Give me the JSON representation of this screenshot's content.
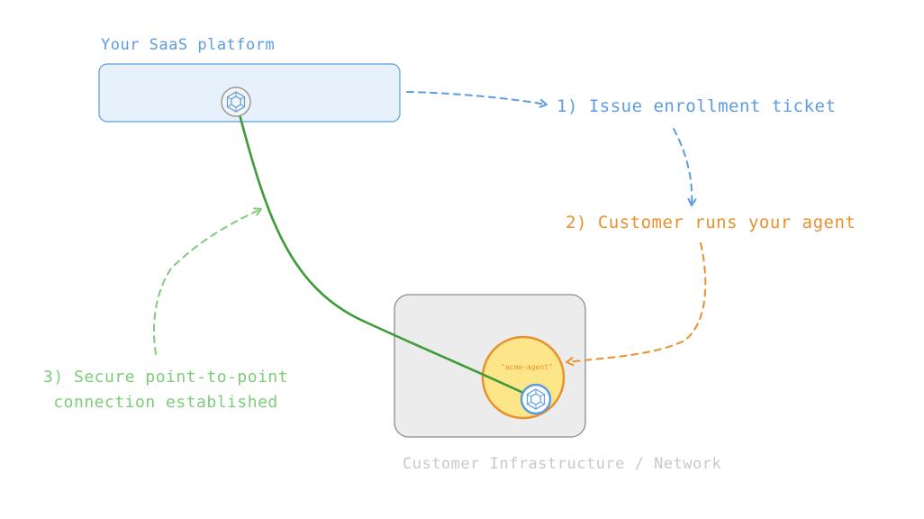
{
  "platform": {
    "title": "Your SaaS platform"
  },
  "steps": [
    {
      "label": "1) Issue enrollment ticket"
    },
    {
      "label": "2) Customer runs your agent"
    },
    {
      "lines": [
        "3) Secure point-to-point",
        "connection established"
      ]
    }
  ],
  "customer": {
    "caption": "Customer Infrastructure / Network",
    "agent_name": "\"acme-agent\""
  },
  "colors": {
    "blue": "#5b9de0",
    "orange": "#e8912d",
    "green": "#7ccd78",
    "dark_green": "#3f9a3a",
    "platform_fill": "#e6f1fb",
    "infra_fill": "#ececec",
    "infra_stroke": "#8c8c8c",
    "caption_gray": "#c8c8c8",
    "agent_fill": "#fde68a"
  },
  "icons": {
    "node": "hexagon-network-icon"
  }
}
